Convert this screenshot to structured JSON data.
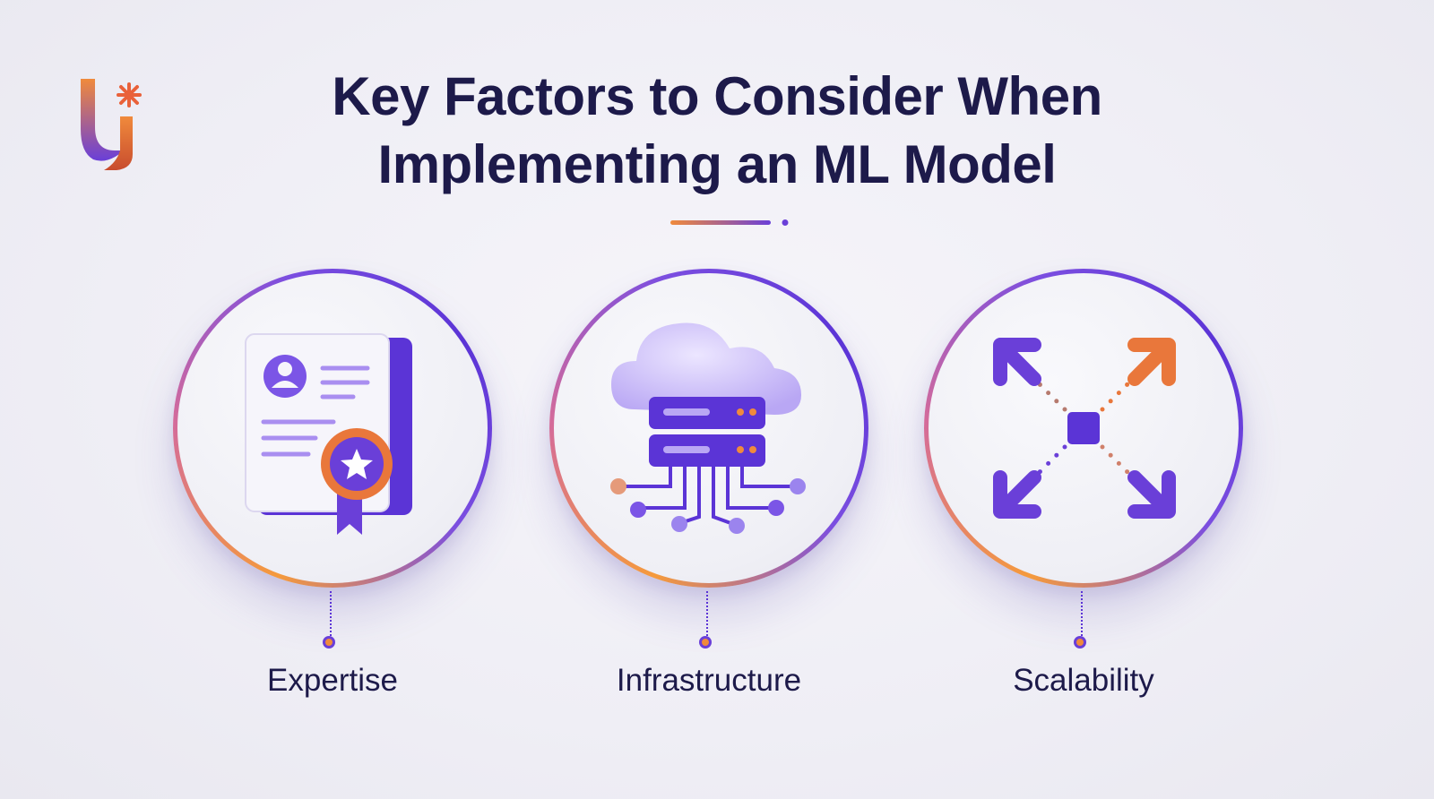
{
  "title": {
    "line1": "Key Factors to Consider When",
    "line2": "Implementing an ML Model"
  },
  "colors": {
    "navy": "#1d1a4a",
    "purple": "#5b34d6",
    "lavender": "#b9a7f4",
    "orange": "#f08a3c"
  },
  "factors": [
    {
      "label": "Expertise",
      "icon": "certificate-icon"
    },
    {
      "label": "Infrastructure",
      "icon": "cloud-server-icon"
    },
    {
      "label": "Scalability",
      "icon": "expand-arrows-icon"
    }
  ]
}
